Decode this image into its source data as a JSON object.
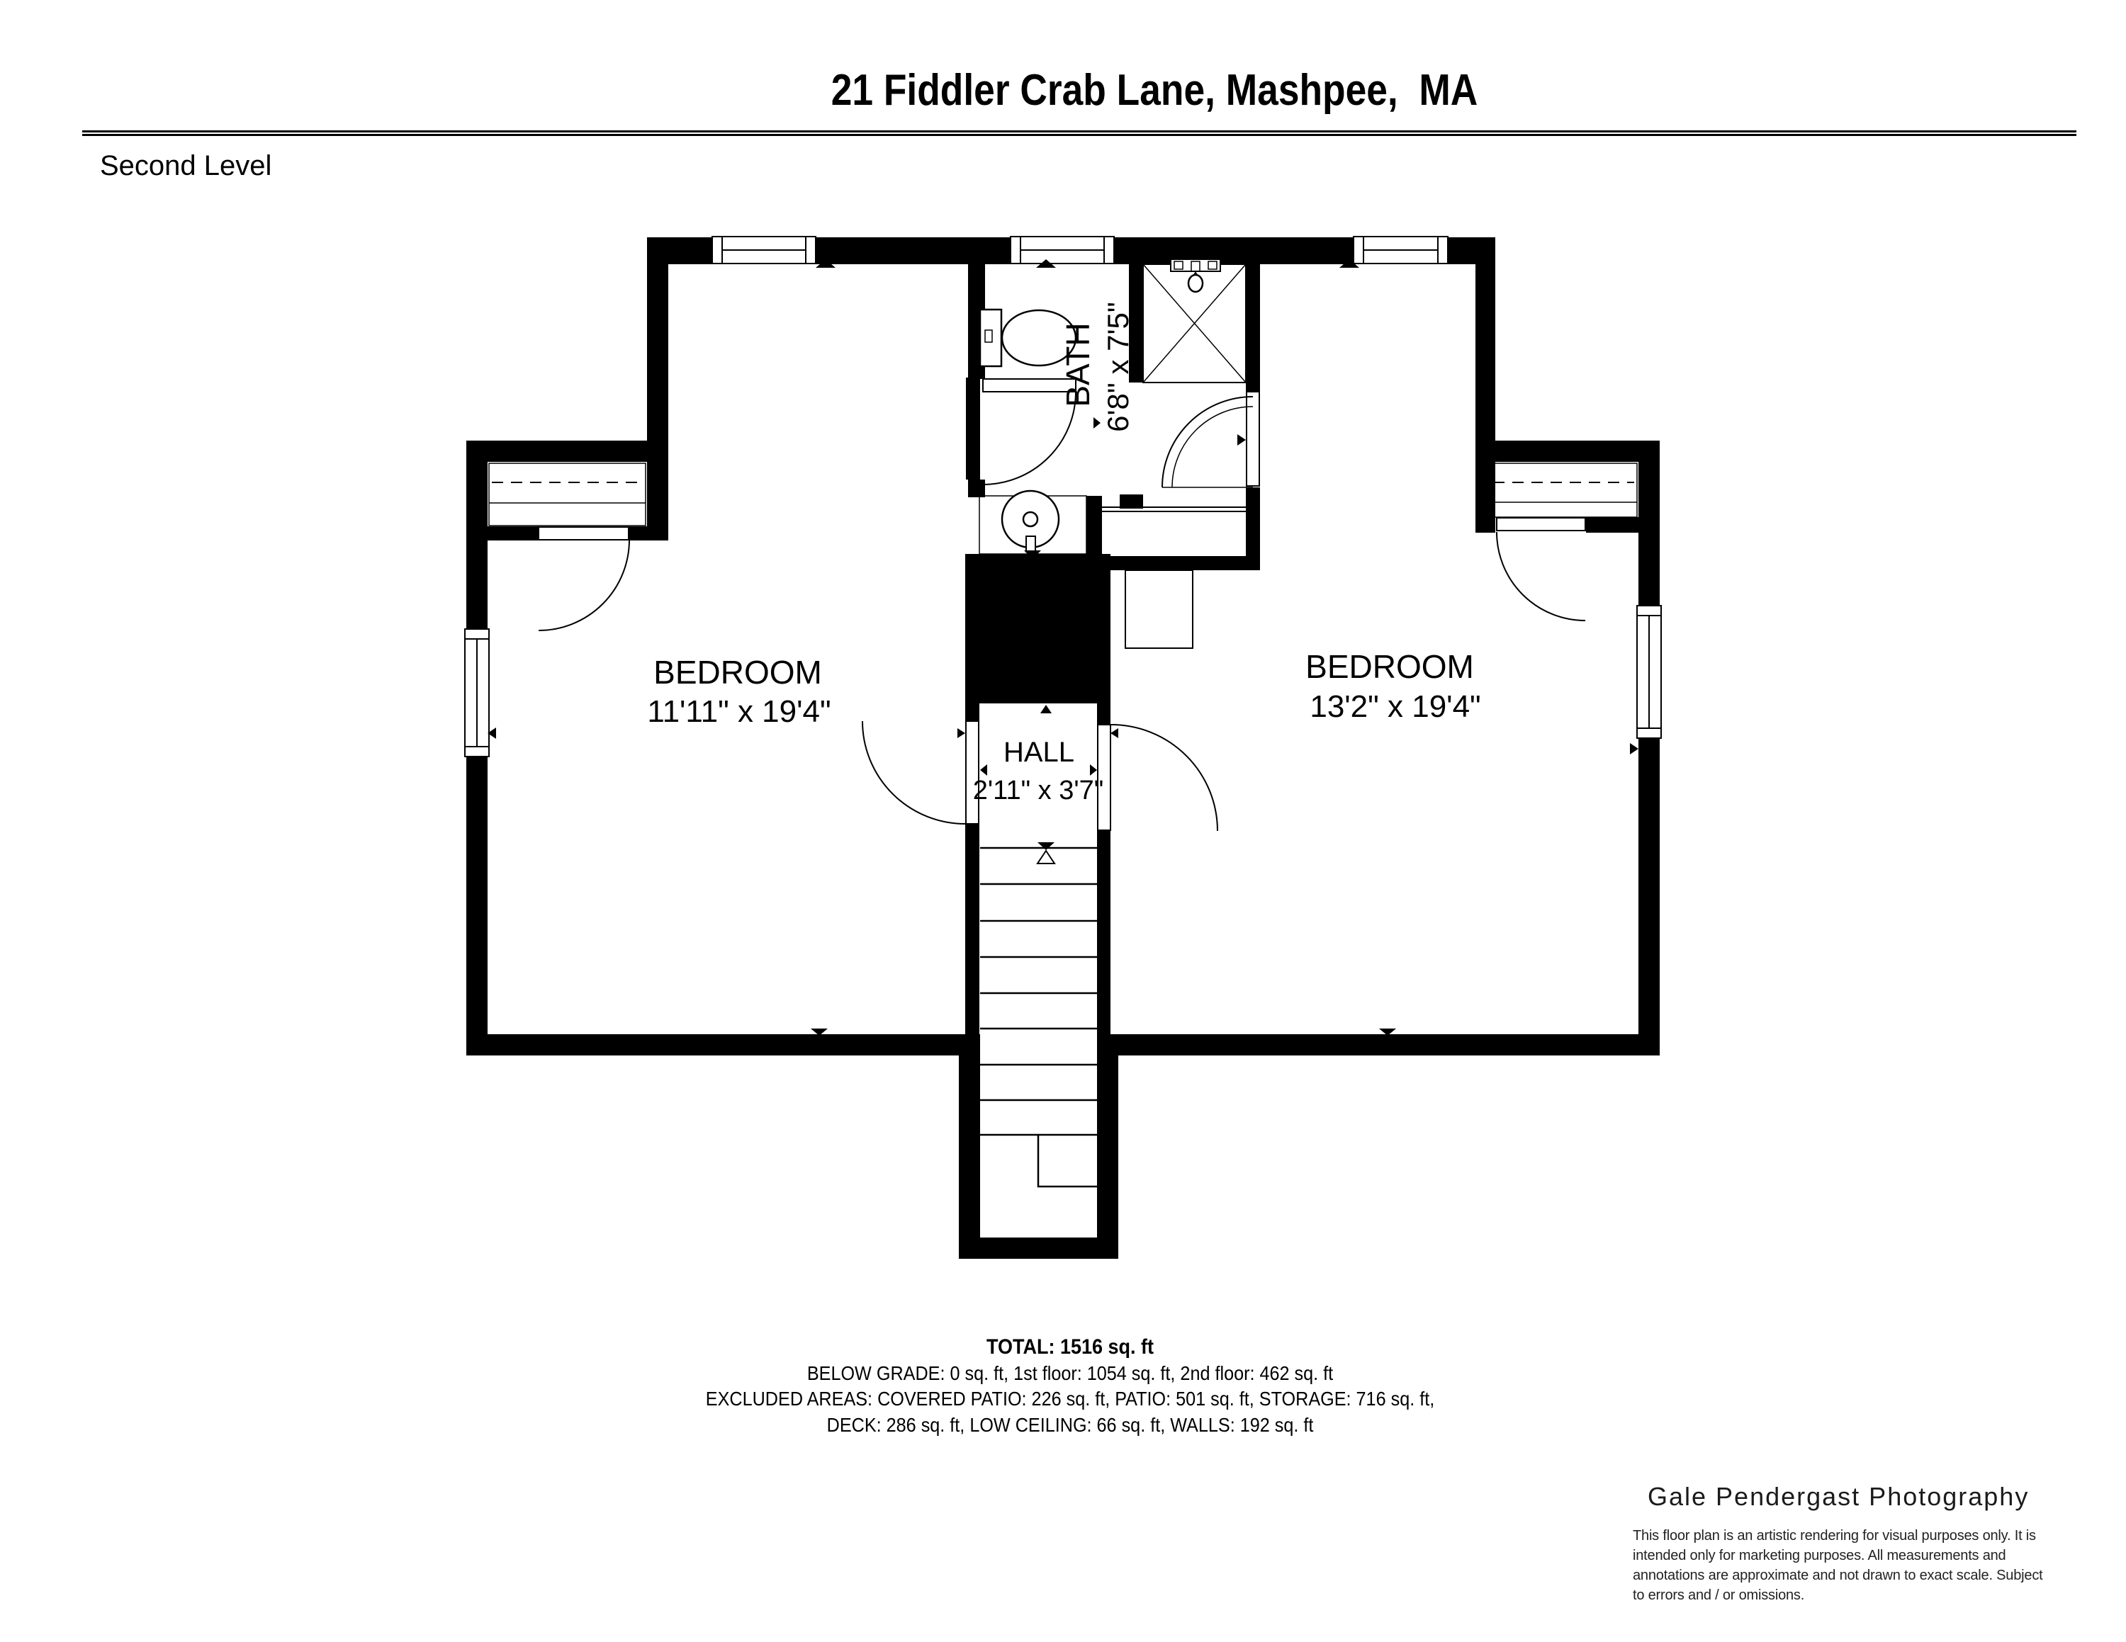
{
  "page": {
    "title": "21 Fiddler Crab Lane, Mashpee,  MA",
    "level_label": "Second Level"
  },
  "floor_plan": {
    "rooms": [
      {
        "name": "BEDROOM",
        "dimensions": "11'11\" x 19'4\""
      },
      {
        "name": "BEDROOM",
        "dimensions": "13'2\" x 19'4\""
      },
      {
        "name": "BATH",
        "dimensions": "6'8\" x 7'5\""
      },
      {
        "name": "HALL",
        "dimensions": "2'11\" x 3'7\""
      }
    ],
    "icons": {
      "toilet": "plan-toilet-symbol",
      "sink": "plan-round-sink-symbol",
      "shower": "crossed-square-shower-symbol",
      "stair_direction": "down-triangle-pair",
      "door_swing": "quarter-circle-arc"
    },
    "colors": {
      "ink": "#000000",
      "paper": "#ffffff"
    }
  },
  "summary": {
    "total": "TOTAL: 1516 sq. ft",
    "line2": "BELOW GRADE: 0 sq. ft, 1st floor: 1054 sq. ft, 2nd floor: 462 sq. ft",
    "line3": "EXCLUDED AREAS: COVERED PATIO: 226 sq. ft, PATIO: 501 sq. ft, STORAGE: 716 sq. ft,",
    "line4": "DECK: 286 sq. ft, LOW CEILING: 66 sq. ft, WALLS: 192 sq. ft"
  },
  "credit": {
    "studio": "Gale Pendergast Photography",
    "disclaimer_lines": [
      "This floor plan is an artistic rendering for visual purposes only. It is",
      "intended only for marketing purposes. All measurements and",
      "annotations are approximate and not drawn to exact scale. Subject",
      "to errors and / or omissions."
    ]
  }
}
